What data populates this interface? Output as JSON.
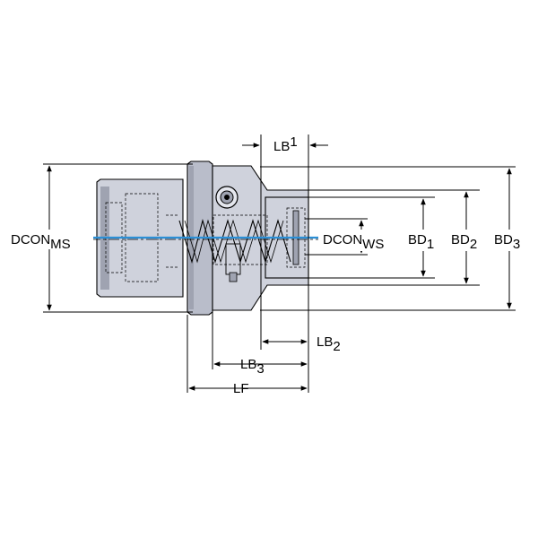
{
  "labels": {
    "dcon_ms": {
      "main": "DCON",
      "sub": "MS"
    },
    "dcon_ws": {
      "main": "DCON",
      "sub": "WS"
    },
    "bd1": {
      "main": "BD",
      "sub": "1"
    },
    "bd2": {
      "main": "BD",
      "sub": "2"
    },
    "bd3": {
      "main": "BD",
      "sub": "3"
    },
    "lb1": {
      "main": "LB",
      "sub": "1"
    },
    "lb2": {
      "main": "LB",
      "sub": "2"
    },
    "lb3": {
      "main": "LB",
      "sub": "3"
    },
    "lf": {
      "main": "LF"
    }
  },
  "colors": {
    "part_fill": "#cfd2dc",
    "part_fill_dark": "#9fa3b1",
    "flange_fill": "#b9bdca",
    "centerline": "#2b8fd6",
    "line": "#000000"
  }
}
